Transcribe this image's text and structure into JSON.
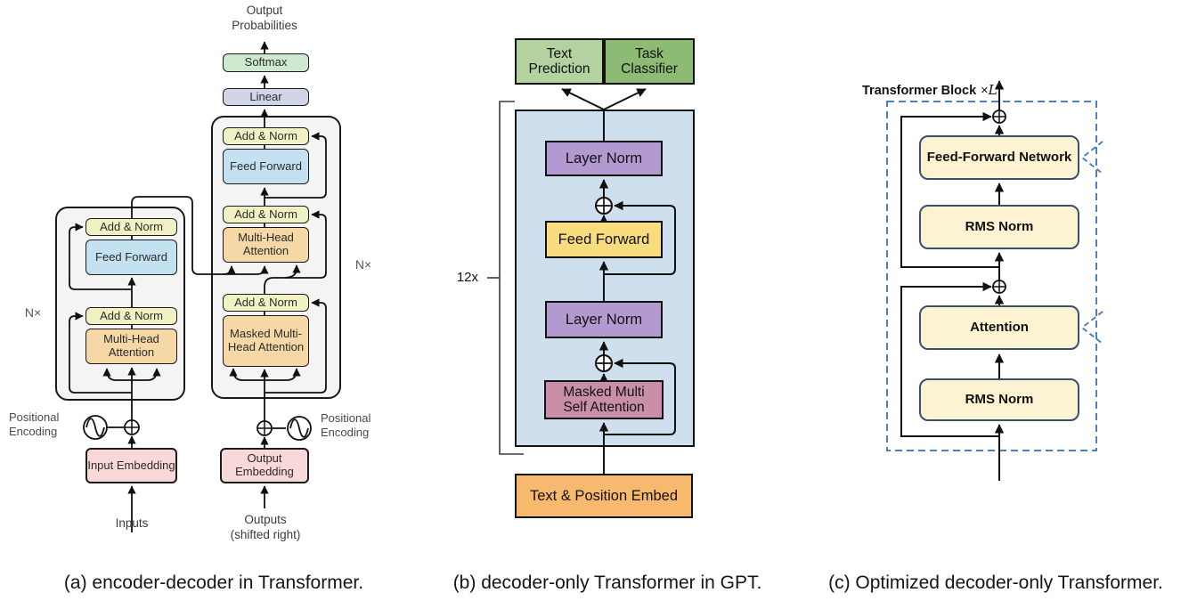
{
  "captions": {
    "a": "(a) encoder-decoder in Transformer.",
    "b": "(b) decoder-only Transformer in GPT.",
    "c": "(c) Optimized decoder-only Transformer."
  },
  "diagram_a": {
    "output_probabilities": "Output Probabilities",
    "softmax": "Softmax",
    "linear": "Linear",
    "add_norm": "Add & Norm",
    "feed_forward": "Feed Forward",
    "multi_head_attention": "Multi-Head Attention",
    "masked_multi_head_attention": "Masked Multi-Head Attention",
    "n_times": "N×",
    "positional_encoding": "Positional Encoding",
    "input_embedding": "Input Embedding",
    "output_embedding": "Output Embedding",
    "inputs": "Inputs",
    "outputs_line1": "Outputs",
    "outputs_line2": "(shifted right)"
  },
  "diagram_b": {
    "text_prediction": "Text Prediction",
    "task_classifier": "Task Classifier",
    "layer_norm": "Layer Norm",
    "feed_forward": "Feed Forward",
    "masked_msa_line1": "Masked Multi",
    "masked_msa_line2": "Self Attention",
    "text_position_embed": "Text & Position Embed",
    "repeat_label": "12x"
  },
  "diagram_c": {
    "title_prefix": "Transformer Block",
    "title_times": "×",
    "title_var": "L",
    "feed_forward_network": "Feed-Forward Network",
    "rms_norm": "RMS Norm",
    "attention": "Attention"
  },
  "colors": {
    "a_softmax": "#cde9d0",
    "a_linear": "#d2d4e8",
    "a_add_norm": "#f1f2c3",
    "a_feed_forward": "#c4e1f1",
    "a_attention": "#f6d7a6",
    "a_embedding": "#f8d8d8",
    "a_container": "#f4f4f4",
    "b_text_prediction": "#b3d2a0",
    "b_task_classifier": "#8dbb73",
    "b_container": "#cfdfee",
    "b_layer_norm": "#b29ad0",
    "b_feed_forward": "#f8dc7e",
    "b_masked_attention": "#c98fa9",
    "b_embed": "#f6b96e",
    "c_box_fill": "#fcf3d3",
    "c_box_border": "#3e4f6b",
    "c_dashed": "#4d80c3",
    "line": "#111111"
  }
}
